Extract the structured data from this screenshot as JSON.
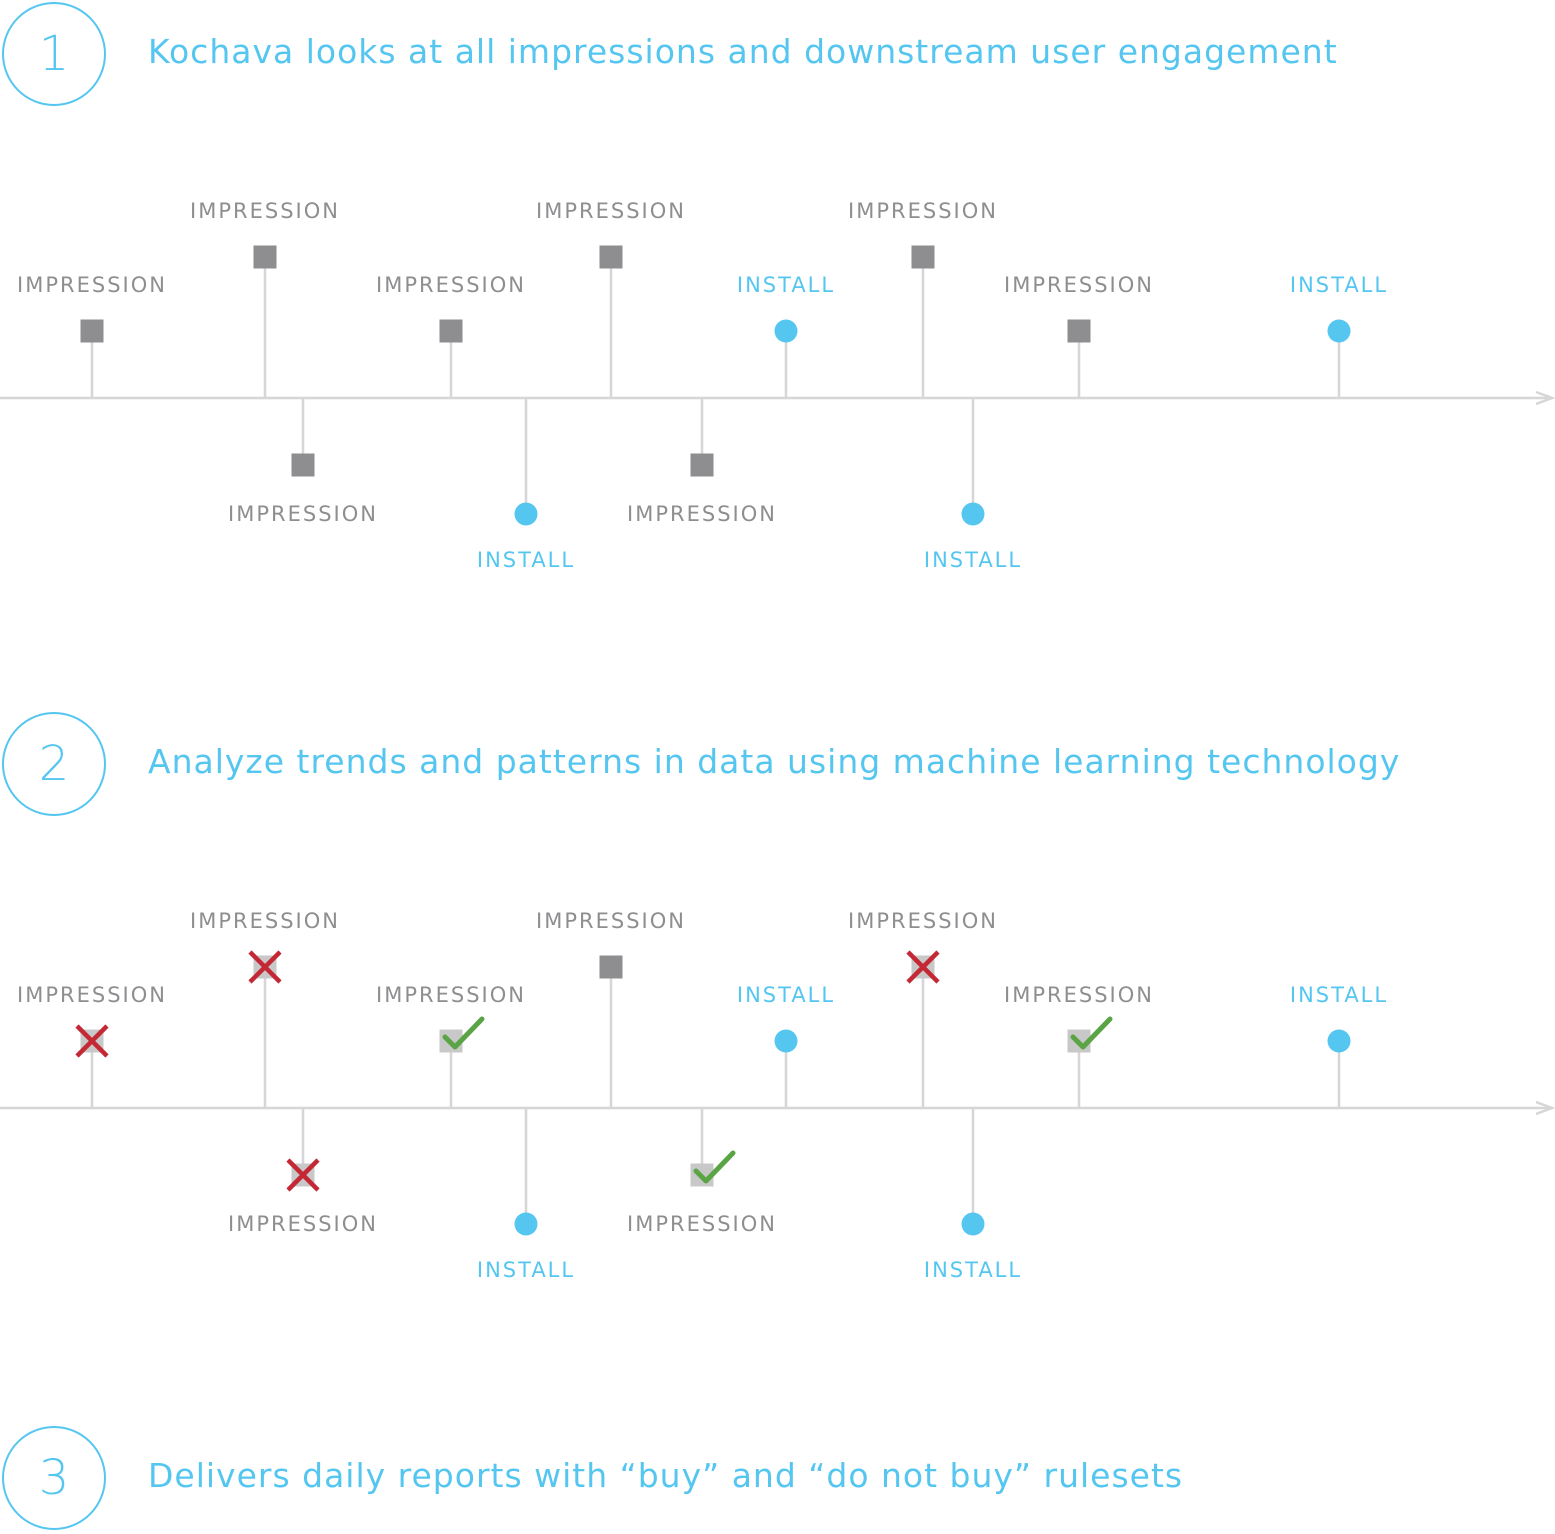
{
  "colors": {
    "accent": "#55c6f0",
    "impression": "#8e8e91",
    "impression_faded": "#c8c8c9",
    "axis": "#d6d6d6",
    "reject": "#c42835",
    "accept": "#5aa445"
  },
  "steps": [
    {
      "number": "1",
      "title": "Kochava looks at all impressions and downstream user engagement"
    },
    {
      "number": "2",
      "title": "Analyze trends and patterns in data using machine learning technology"
    },
    {
      "number": "3",
      "title": "Delivers daily reports with “buy” and “do not buy” rulesets"
    }
  ],
  "timeline_events": [
    {
      "type": "impression",
      "label": "IMPRESSION",
      "side": "above",
      "level": "low",
      "verdict": "reject"
    },
    {
      "type": "impression",
      "label": "IMPRESSION",
      "side": "above",
      "level": "high",
      "verdict": "reject"
    },
    {
      "type": "impression",
      "label": "IMPRESSION",
      "side": "below",
      "level": "low",
      "verdict": "reject"
    },
    {
      "type": "impression",
      "label": "IMPRESSION",
      "side": "above",
      "level": "low",
      "verdict": "accept"
    },
    {
      "type": "install",
      "label": "INSTALL",
      "side": "below",
      "level": "low",
      "verdict": "none"
    },
    {
      "type": "impression",
      "label": "IMPRESSION",
      "side": "above",
      "level": "high",
      "verdict": "none"
    },
    {
      "type": "impression",
      "label": "IMPRESSION",
      "side": "below",
      "level": "low",
      "verdict": "accept"
    },
    {
      "type": "install",
      "label": "INSTALL",
      "side": "above",
      "level": "low",
      "verdict": "none"
    },
    {
      "type": "impression",
      "label": "IMPRESSION",
      "side": "above",
      "level": "high",
      "verdict": "reject"
    },
    {
      "type": "install",
      "label": "INSTALL",
      "side": "below",
      "level": "low",
      "verdict": "none"
    },
    {
      "type": "impression",
      "label": "IMPRESSION",
      "side": "above",
      "level": "low",
      "verdict": "accept"
    },
    {
      "type": "install",
      "label": "INSTALL",
      "side": "above",
      "level": "low",
      "verdict": "none"
    }
  ]
}
